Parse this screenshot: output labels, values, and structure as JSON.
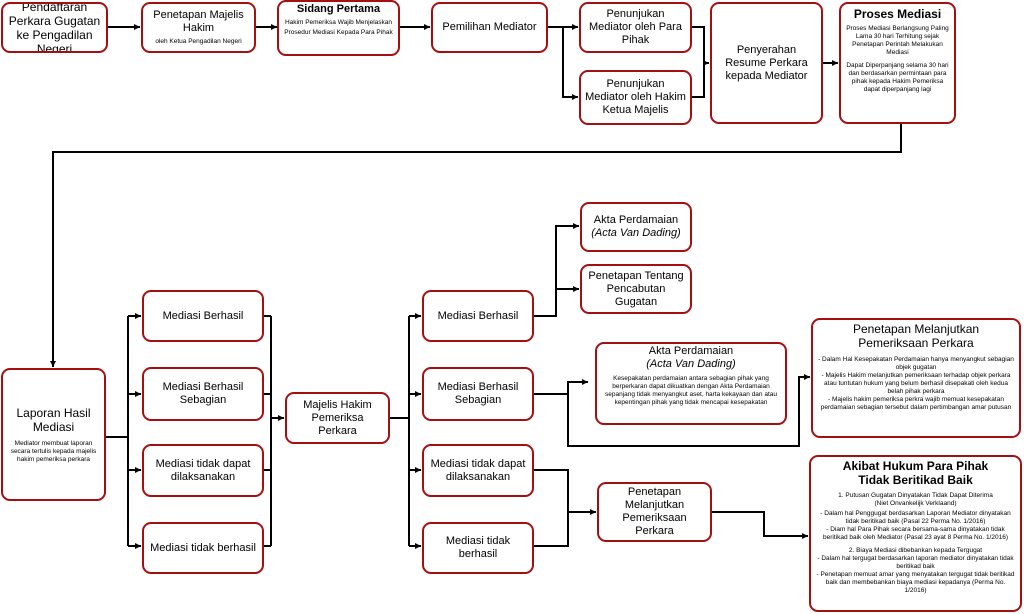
{
  "nodes": {
    "pendaftaran": "Pendaftaran Perkara Gugatan ke Pengadilan Negeri",
    "penetapan_majelis": "Penetapan Majelis Hakim",
    "penetapan_majelis_sub": "oleh Ketua Pengadilan Negeri",
    "sidang_pertama": "Sidang Pertama",
    "sidang_pertama_sub": "Hakim Pemeriksa Wajib Menjelaskan Prosedur Mediasi Kepada Para Pihak",
    "pemilihan_mediator": "Pemilihan Mediator",
    "penunjukan_para_pihak": "Penunjukan Mediator oleh Para Pihak",
    "penunjukan_hakim_ketua": "Penunjukan Mediator oleh Hakim Ketua Majelis",
    "penyerahan_resume": "Penyerahan Resume Perkara kepada Mediator",
    "proses_mediasi": "Proses Mediasi",
    "proses_mediasi_sub1": "Proses Mediasi Berlangsung Paling Lama 30 hari Terhitung sejak Penetapan Perintah Melakukan Mediasi",
    "proses_mediasi_sub2": "Dapat Diperpanjang selama 30 hari dan berdasarkan permintaan para pihak kepada Hakim Pemeriksa dapat diperpanjang lagi",
    "laporan_hasil": "Laporan Hasil Mediasi",
    "laporan_hasil_sub": "Mediator membuat laporan secara tertulis kepada majelis hakim pemeriksa perkara",
    "l_berhasil": "Mediasi Berhasil",
    "l_berhasil_sebagian": "Mediasi Berhasil Sebagian",
    "l_tidak_dapat": "Mediasi tidak dapat dilaksanakan",
    "l_tidak_berhasil": "Mediasi tidak berhasil",
    "majelis_hakim": "Majelis Hakim Pemeriksa Perkara",
    "r_berhasil": "Mediasi Berhasil",
    "r_berhasil_sebagian": "Mediasi Berhasil Sebagian",
    "r_tidak_dapat": "Mediasi tidak dapat dilaksanakan",
    "r_tidak_berhasil": "Mediasi tidak berhasil",
    "akta_1_title": "Akta Perdamaian",
    "akta_1_italic": "(Acta Van Dading)",
    "penetapan_pencabutan": "Penetapan Tentang Pencabutan Gugatan",
    "akta_2_title": "Akta Perdamaian",
    "akta_2_italic": "(Acta Van Dading)",
    "akta_2_sub": "Kesepakatan perdamaian antara sebagian pihak yang berperkaran dapat dikuatkan dengan Akta Perdamaian sepanjang tidak menyangkut aset, harta kekayaan dan atau kepentingan pihak  yang tidak mencapai kesepakatan",
    "penetapan_lanjut_1": "Penetapan Melanjutkan Pemeriksaan Perkara",
    "penetapan_lanjut_1_sub": [
      "- Dalam Hal Kesepakatan Perdamaian hanya menyangkut sebagian objek gugatan",
      "- Majelis Hakim melanjutkan pemeriksaan terhadap objek perkara atau tuntutan hukum yang belum berhasil disepakati oleh kedua belah pihak perkara",
      "- Majelis hakim pemeriksa perkra wajib memuat kesepakatan perdamaian sebagian tersebut dalam pertimbangan amar putusan"
    ],
    "penetapan_lanjut_2": "Penetapan Melanjutkan Pemeriksaan Perkara",
    "akibat_hukum": "Akibat Hukum Para Pihak Tidak Beritikad Baik",
    "akibat_hukum_sub": [
      "1. Putusan Gugatan Dinyatakan Tidak Dapat Diterima",
      "(Niet Onvankelijk Verklaand)",
      "- Dalam hal Penggugat berdasarkan Laporan Mediator dinyatakan tidak beritikad baik (Pasal 22 Perma No. 1/2016)",
      "- Diam hal Para Pihak secara bersama-sama dinyatakan tidak beritikad baik oleh Mediator (Pasal 23 ayat 8 Perma No. 1/2016)",
      "2. Biaya Mediasi dibebankan kepada Tergugat",
      "- Dalam hal tergugat berdasarkan laporan mediator dinyatakan tidak beritikad baik",
      "- Penetapan memuat amar yang menyatakan tergugat tidak beritikad baik dan membebankan biaya mediasi kepadanya (Perma No. 1/2016)"
    ]
  },
  "colors": {
    "border": "#a50f0f",
    "connector": "#000000"
  }
}
